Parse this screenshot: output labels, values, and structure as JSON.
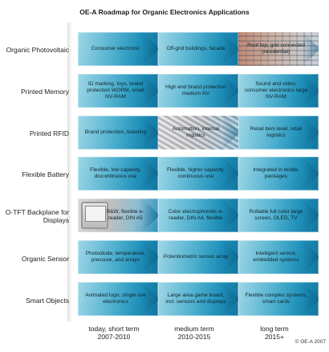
{
  "title": "OE-A Roadmap for Organic Electronics Applications",
  "rows": [
    {
      "label": "Organic Photovoltaic",
      "cells": [
        "Consumer electronic",
        "Off-grid buildings, facade",
        "Roof top, grid connected (residential)"
      ]
    },
    {
      "label": "Printed Memory",
      "cells": [
        "ID marking, toys, brand protection WORM, small NV-RAM",
        "High end brand protection medium NV",
        "Sound and video, consumer electronics large NV-RAM"
      ]
    },
    {
      "label": "Printed RFID",
      "cells": [
        "Brand protection, ticketing",
        "Automation, internal logistics",
        "Retail item level, retail logistics"
      ]
    },
    {
      "label": "Flexible Battery",
      "cells": [
        "Flexible, low capacity, discontinuous use",
        "Flexible, higher capacity, continuous use",
        "Integrated in textile, packages"
      ]
    },
    {
      "label": "O-TFT Backplane for Displays",
      "cells": [
        "B&W, flexible e-reader, DIN A5",
        "Color electrophoretic e-reader, DIN A4, flexible",
        "Rollable full color large screen, OLED, TV"
      ]
    },
    {
      "label": "Organic Sensor",
      "cells": [
        "Photodiode, temperature, pressure, and arrays",
        "Potentiometric sensor array",
        "Intelligent sensor, embedded systems"
      ]
    },
    {
      "label": "Smart Objects",
      "cells": [
        "Animated logo, single use electronics",
        "Large area game board, incl. sensors and displays",
        "Flexible complex systems, smart cards"
      ]
    }
  ],
  "columns": [
    {
      "label": "today, short term",
      "years": "2007-2010"
    },
    {
      "label": "medium term",
      "years": "2010-2015"
    },
    {
      "label": "long term",
      "years": "2015+"
    }
  ],
  "copyright": "© OE-A 2007"
}
